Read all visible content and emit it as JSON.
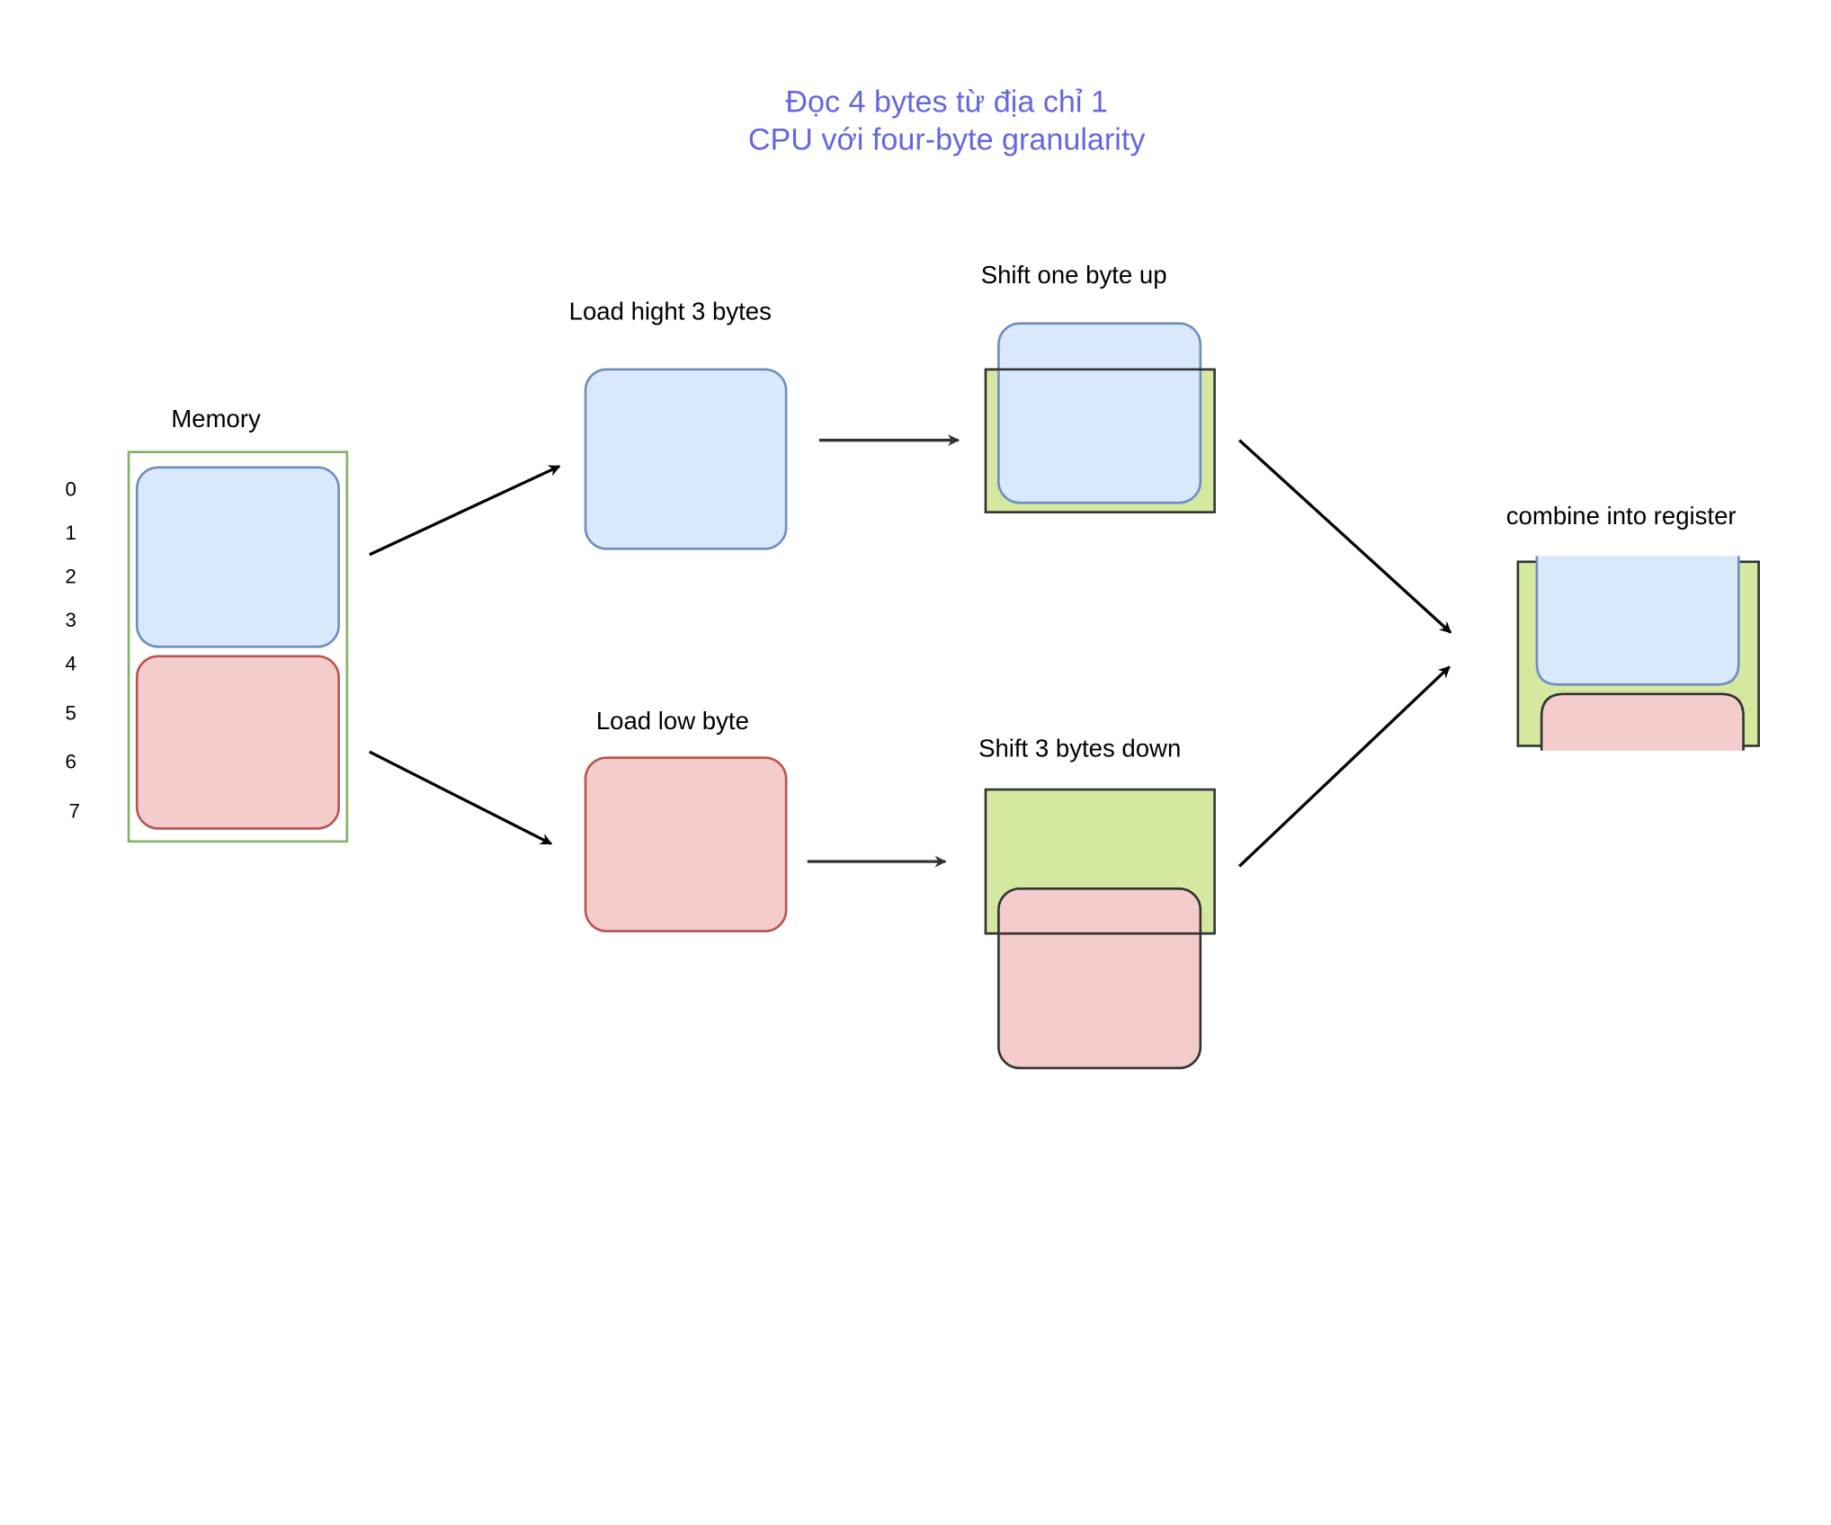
{
  "title": {
    "line1": "Đọc 4 bytes từ địa chỉ 1",
    "line2": "CPU với four-byte granularity",
    "color": "#6666e0"
  },
  "memory": {
    "label": "Memory",
    "addresses": [
      "0",
      "1",
      "2",
      "3",
      "4",
      "5",
      "6",
      "7"
    ]
  },
  "steps": {
    "load_high": "Load hight 3 bytes",
    "load_low": "Load low byte",
    "shift_up": "Shift one byte up",
    "shift_down": "Shift 3 bytes down",
    "combine": "combine into register"
  },
  "colors": {
    "blue_fill": "#dae8fc",
    "blue_stroke": "#6c8ebf",
    "red_fill": "#f4cccc",
    "red_stroke": "#b85450",
    "register_fill": "#d5e8a0",
    "memory_border": "#82b366",
    "dark_stroke": "#333333"
  }
}
